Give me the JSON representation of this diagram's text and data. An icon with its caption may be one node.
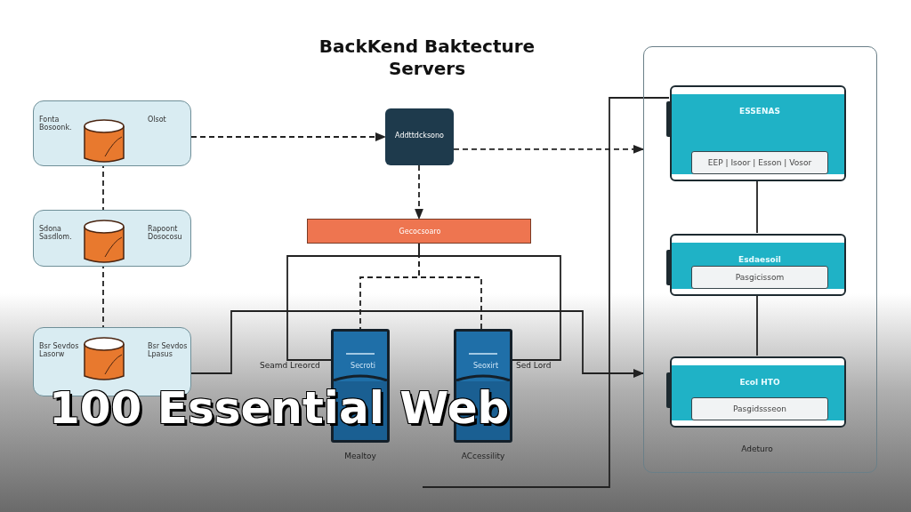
{
  "diagram": {
    "title": "BackKend Baktecture Servers",
    "nodes": [
      {
        "text": [
          "Fonta Bosoonk.",
          "Olsot"
        ]
      },
      {
        "text": [],
        "shape": "cylinder",
        "in": 0
      },
      {
        "text": [
          "Sdona Sasdlom.",
          "Rapoont Dosocosu"
        ]
      },
      {
        "text": [],
        "shape": "cylinder",
        "in": 2
      },
      {
        "text": [
          "Bsr Sevdos Lasorw",
          "Bsr Sevdos Lpasus"
        ]
      },
      {
        "text": [],
        "shape": "cylinder",
        "in": 4
      },
      {
        "text": [
          "Addttdcksono"
        ]
      },
      {
        "text": [
          "Gecocsoaro"
        ]
      },
      {
        "text": [
          "Secroti"
        ],
        "beside": [
          "Mealtoy"
        ]
      },
      {
        "text": [
          "Seoxirt"
        ],
        "beside": [
          "ACcessility"
        ]
      },
      {
        "text": [],
        "shape": "box"
      },
      {
        "text": [
          "ESSENAS",
          "EEP | Isoor | Esson | Vosor"
        ],
        "in": 10
      },
      {
        "text": [
          "Esdaesoil",
          "Pasgicissom"
        ],
        "in": 10
      },
      {
        "text": [
          "Ecol HTO",
          "Pasgidssseon"
        ],
        "in": 10,
        "beside": [
          "Adeturo"
        ]
      }
    ],
    "edges": [
      {
        "from": 1,
        "to": 3,
        "arrow": "none",
        "style": "dashed"
      },
      {
        "from": 3,
        "to": 5,
        "arrow": "none",
        "style": "dashed"
      },
      {
        "from": 0,
        "to": 6,
        "arrow": "to",
        "style": "dashed"
      },
      {
        "from": 6,
        "to": 10,
        "arrow": "to",
        "style": "dashed"
      },
      {
        "from": 6,
        "to": 7,
        "arrow": "to",
        "style": "dashed"
      },
      {
        "from": 7,
        "to": 8,
        "arrow": "none",
        "style": "dashed"
      },
      {
        "from": 7,
        "to": 9,
        "arrow": "none",
        "style": "dashed"
      },
      {
        "from": 7,
        "to": 8,
        "arrow": "none"
      },
      {
        "from": 7,
        "to": 9,
        "arrow": "none"
      },
      {
        "from": 4,
        "to": 10,
        "arrow": "to"
      },
      {
        "from": 11,
        "to": 12,
        "arrow": "none"
      },
      {
        "from": 12,
        "to": 13,
        "arrow": "none"
      },
      {
        "from": null,
        "to": 11,
        "arrow": "none"
      }
    ],
    "labels": [
      "Seamd Lreorcd",
      "Sed Lord",
      "100 Essential Web"
    ]
  }
}
